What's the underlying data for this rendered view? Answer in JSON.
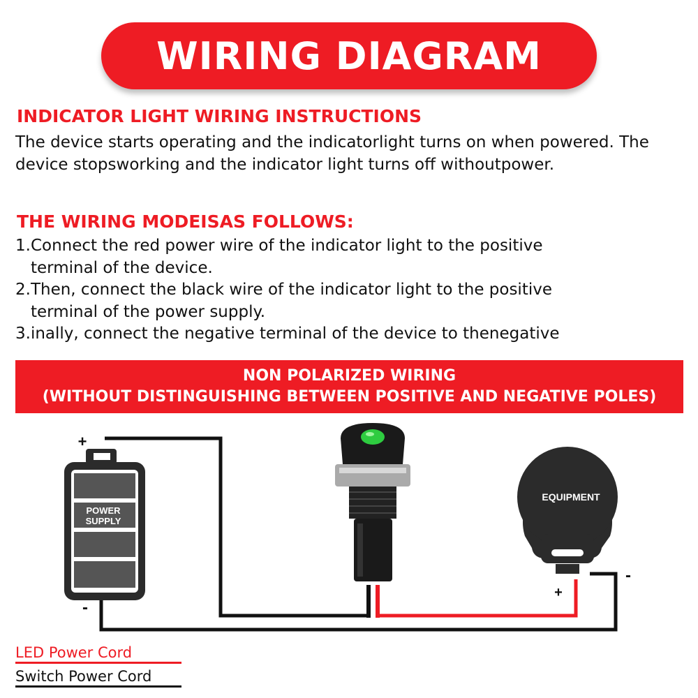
{
  "banner": {
    "title": "WIRING DIAGRAM"
  },
  "instructions": {
    "heading": "INDICATOR LIGHT WIRING INSTRUCTIONS",
    "text": "The device starts operating and the indicatorlight turns on when powered. The device stopsworking and the indicator light turns off withoutpower."
  },
  "mode": {
    "heading": "THE WIRING MODEISAS FOLLOWS:",
    "steps": [
      {
        "line1": "1.Connect the red power wire of the indicator light to the positive",
        "line2": "terminal of the device."
      },
      {
        "line1": "2.Then, connect the black wire of the indicator light to the positive",
        "line2": "terminal of the power supply."
      },
      {
        "line1": "3.inally, connect the negative terminal of the device to thenegative",
        "line2": ""
      }
    ]
  },
  "wiring_bar": {
    "line1": "NON POLARIZED WIRING",
    "line2": "(WITHOUT DISTINGUISHING BETWEEN POSITIVE AND NEGATIVE POLES)"
  },
  "diagram": {
    "battery_label_1": "POWER",
    "battery_label_2": "SUPPLY",
    "battery_plus": "+",
    "battery_minus": "-",
    "equipment_label": "EQUIPMENT",
    "equipment_plus": "+",
    "equipment_minus": "-",
    "led_color": "#2ecc40"
  },
  "legend": {
    "led": "LED Power Cord",
    "switch": "Switch Power Cord"
  },
  "colors": {
    "accent": "#ee1c24",
    "wire_red": "#ee1c24",
    "wire_black": "#111111"
  }
}
